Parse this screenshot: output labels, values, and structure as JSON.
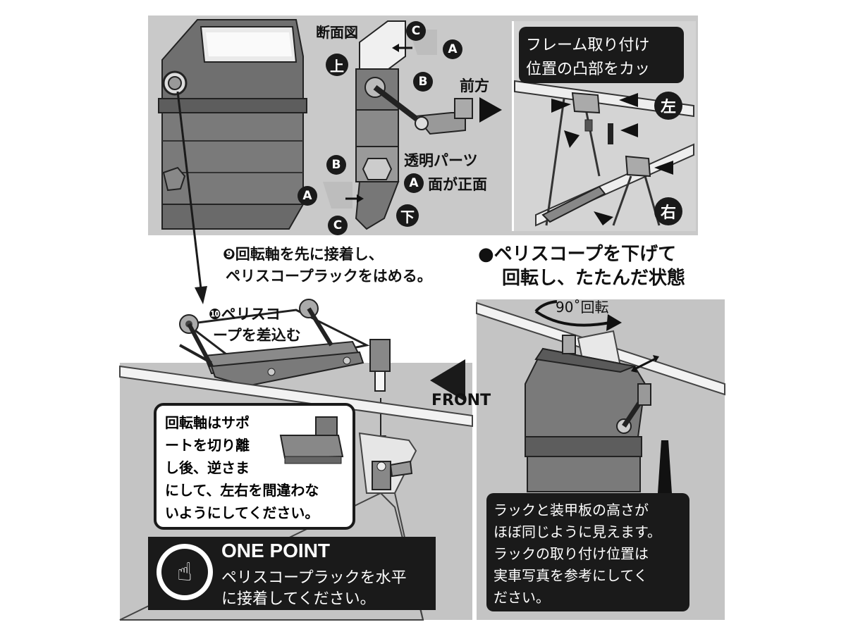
{
  "top_panel": {
    "section_label": "断面図",
    "upper_marker": "上",
    "lower_marker": "下",
    "forward_label": "前方",
    "clear_part_line1": "透明パーツ",
    "clear_part_line2": "面が正面",
    "clear_part_face_marker": "A",
    "face_markers_upper": [
      "C",
      "A",
      "B"
    ],
    "face_markers_lower": [
      "B",
      "A",
      "C"
    ]
  },
  "frame_note": {
    "line1": "フレーム取り付け",
    "line2": "位置の凸部をカッ",
    "left_marker": "左",
    "right_marker": "右"
  },
  "step9": {
    "number": "❾",
    "line1": "回転軸を先に接着し、",
    "line2": "ペリスコープラックをはめる。"
  },
  "step10": {
    "number": "❿",
    "line1": "ペリスコ",
    "line2": "ープを差込む"
  },
  "folded_note": {
    "line1": "●ペリスコープを下げて",
    "line2": "回転し、たたんだ状態",
    "rotate_label": "90˚回転"
  },
  "front_label": "FRONT",
  "support_note": {
    "lines": [
      "回転軸はサポ",
      "ートを切り離",
      "し後、逆さま",
      "にして、左右を間違わな",
      "いようにしてください。"
    ]
  },
  "one_point": {
    "title": "ONE POINT",
    "line1": "ペリスコープラックを水平",
    "line2": "に接着してください。"
  },
  "rack_note": {
    "lines": [
      "ラックと装甲板の高さが",
      "ほぼ同じように見えます。",
      "ラックの取り付け位置は",
      "実車写真を参考にしてく",
      "ださい。"
    ]
  },
  "colors": {
    "panel": "#c9c9c9",
    "dark": "#1a1a1a",
    "part": "#7a7a7a",
    "part_dark": "#555555"
  }
}
